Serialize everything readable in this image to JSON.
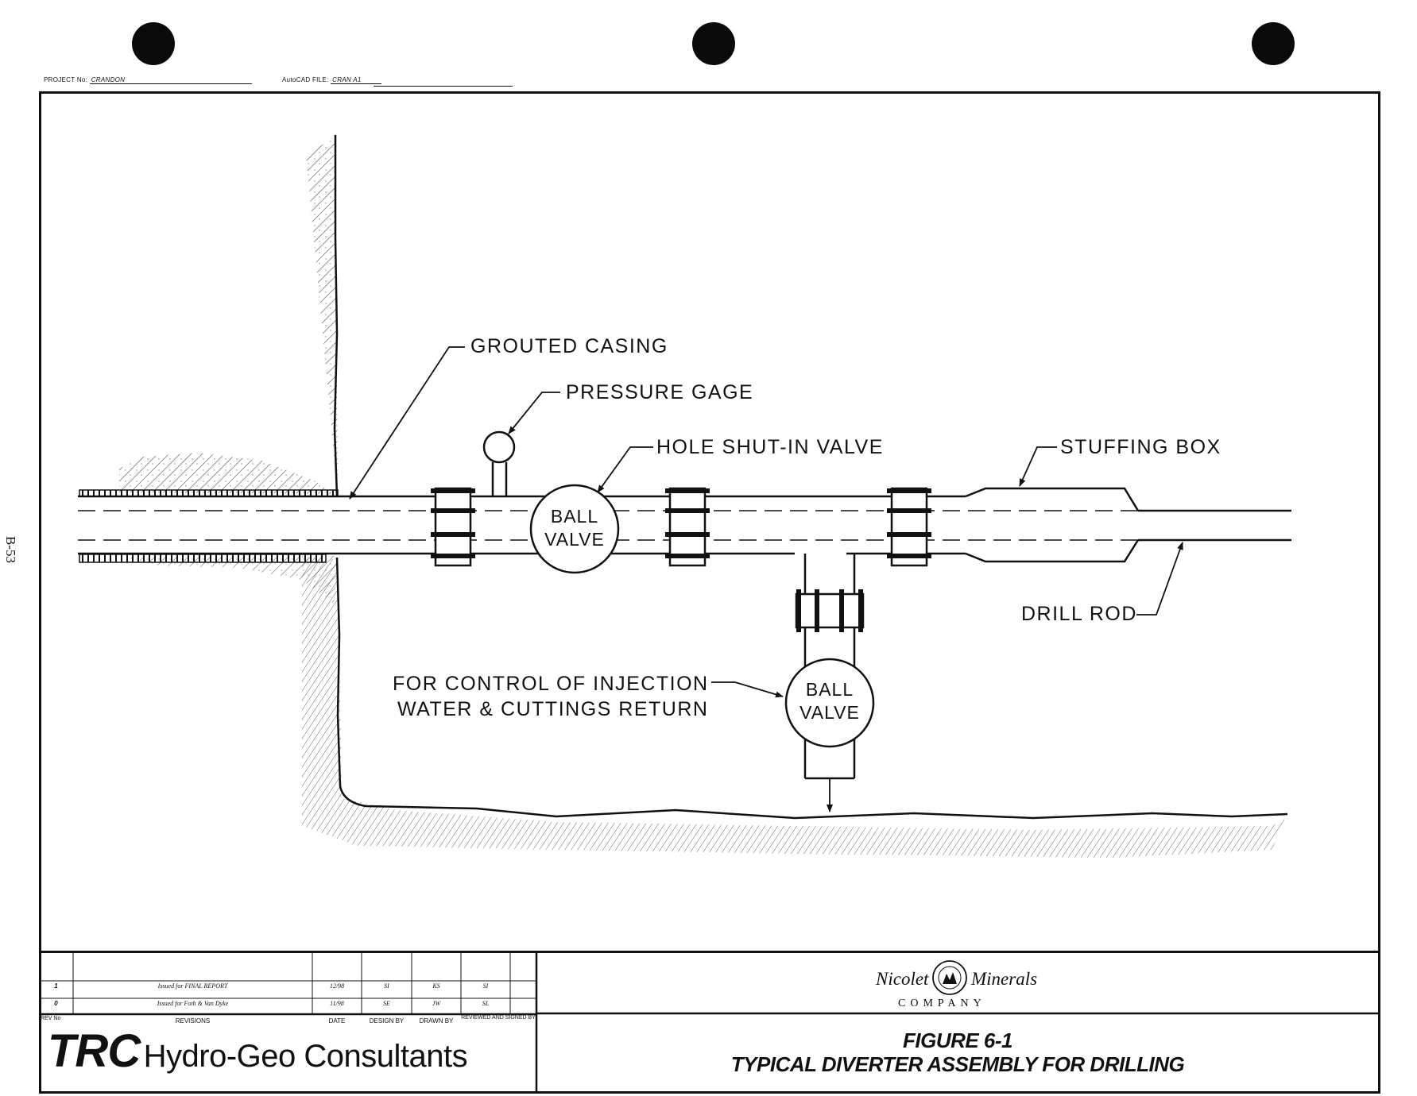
{
  "header": {
    "project_label": "PROJECT No:",
    "project_value": "CRANDON",
    "autocad_label": "AutoCAD FILE:",
    "autocad_value": "CRAN A1"
  },
  "page_number": "B-53",
  "labels": {
    "grouted_casing": "GROUTED CASING",
    "pressure_gage": "PRESSURE GAGE",
    "hole_shut_in_valve": "HOLE SHUT-IN VALVE",
    "stuffing_box": "STUFFING BOX",
    "drill_rod": "DRILL ROD",
    "control_line1": "FOR CONTROL OF INJECTION",
    "control_line2": "WATER & CUTTINGS RETURN"
  },
  "valves": {
    "main_line1": "BALL",
    "main_line2": "VALVE",
    "branch_line1": "BALL",
    "branch_line2": "VALVE"
  },
  "revisions": {
    "rows": [
      {
        "rev": "1",
        "description": "Issued for FINAL REPORT",
        "date": "12/98",
        "design": "SI",
        "drawn": "KS",
        "reviewed": "SI"
      },
      {
        "rev": "0",
        "description": "Issued for Foth & Van Dyke",
        "date": "11/98",
        "design": "SE",
        "drawn": "JW",
        "reviewed": "SL"
      }
    ],
    "headers": {
      "rev": "REV No",
      "revisions": "REVISIONS",
      "date": "DATE",
      "design_by": "DESIGN BY",
      "drawn_by": "DRAWN BY",
      "reviewed": "REVIEWED AND SIGNED BY"
    }
  },
  "company": {
    "trc": "TRC",
    "trc_rest": "Hydro-Geo Consultants",
    "client_left": "Nicolet",
    "client_right": "Minerals",
    "client_company": "COMPANY"
  },
  "figure": {
    "number": "FIGURE 6-1",
    "title": "TYPICAL DIVERTER ASSEMBLY FOR DRILLING"
  }
}
